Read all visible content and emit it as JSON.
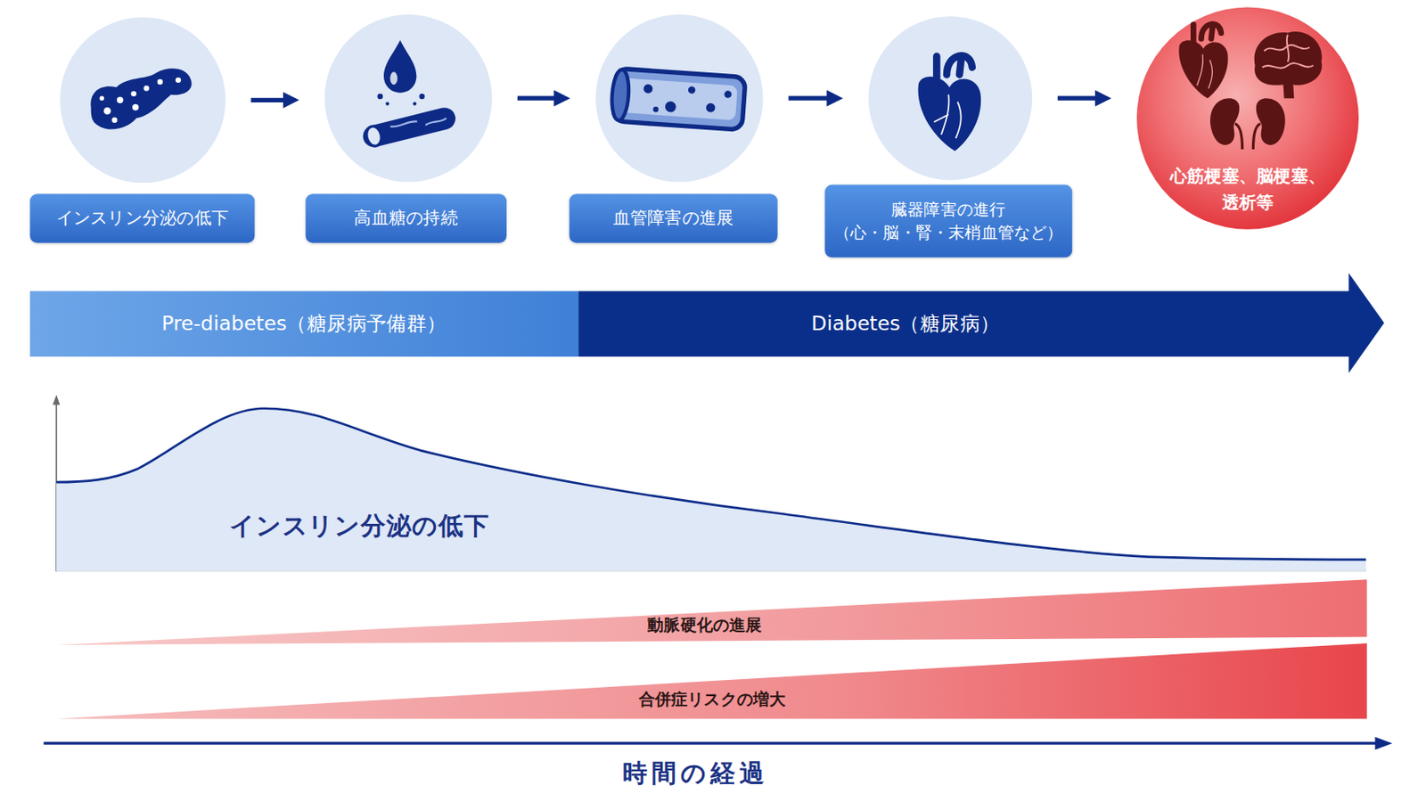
{
  "diagram": {
    "nodes": [
      {
        "text": [
          "インスリン分泌の低下"
        ]
      },
      {
        "text": [
          "高血糖の持続"
        ]
      },
      {
        "text": [
          "血管障害の進展"
        ]
      },
      {
        "text": [
          "臓器障害の進行 （心・脳・腎・末梢血管など）"
        ]
      },
      {
        "text": [
          "心筋梗塞、脳梗塞、 透析等"
        ]
      },
      {
        "text": [
          "Pre-diabetes（糖尿病予備群）"
        ]
      },
      {
        "text": [
          "Diabetes（糖尿病）"
        ]
      },
      {
        "text": [
          "インスリン分泌の低下"
        ]
      },
      {
        "text": [
          "動脈硬化の進展"
        ]
      },
      {
        "text": [
          "合併症リスクの増大"
        ]
      }
    ],
    "edges": [
      {
        "from": 0,
        "to": 1,
        "arrow": "to"
      },
      {
        "from": 1,
        "to": 2,
        "arrow": "to"
      },
      {
        "from": 2,
        "to": 3,
        "arrow": "to"
      },
      {
        "from": 3,
        "to": 4,
        "arrow": "to"
      }
    ],
    "labels": [
      "時間の経過"
    ]
  }
}
